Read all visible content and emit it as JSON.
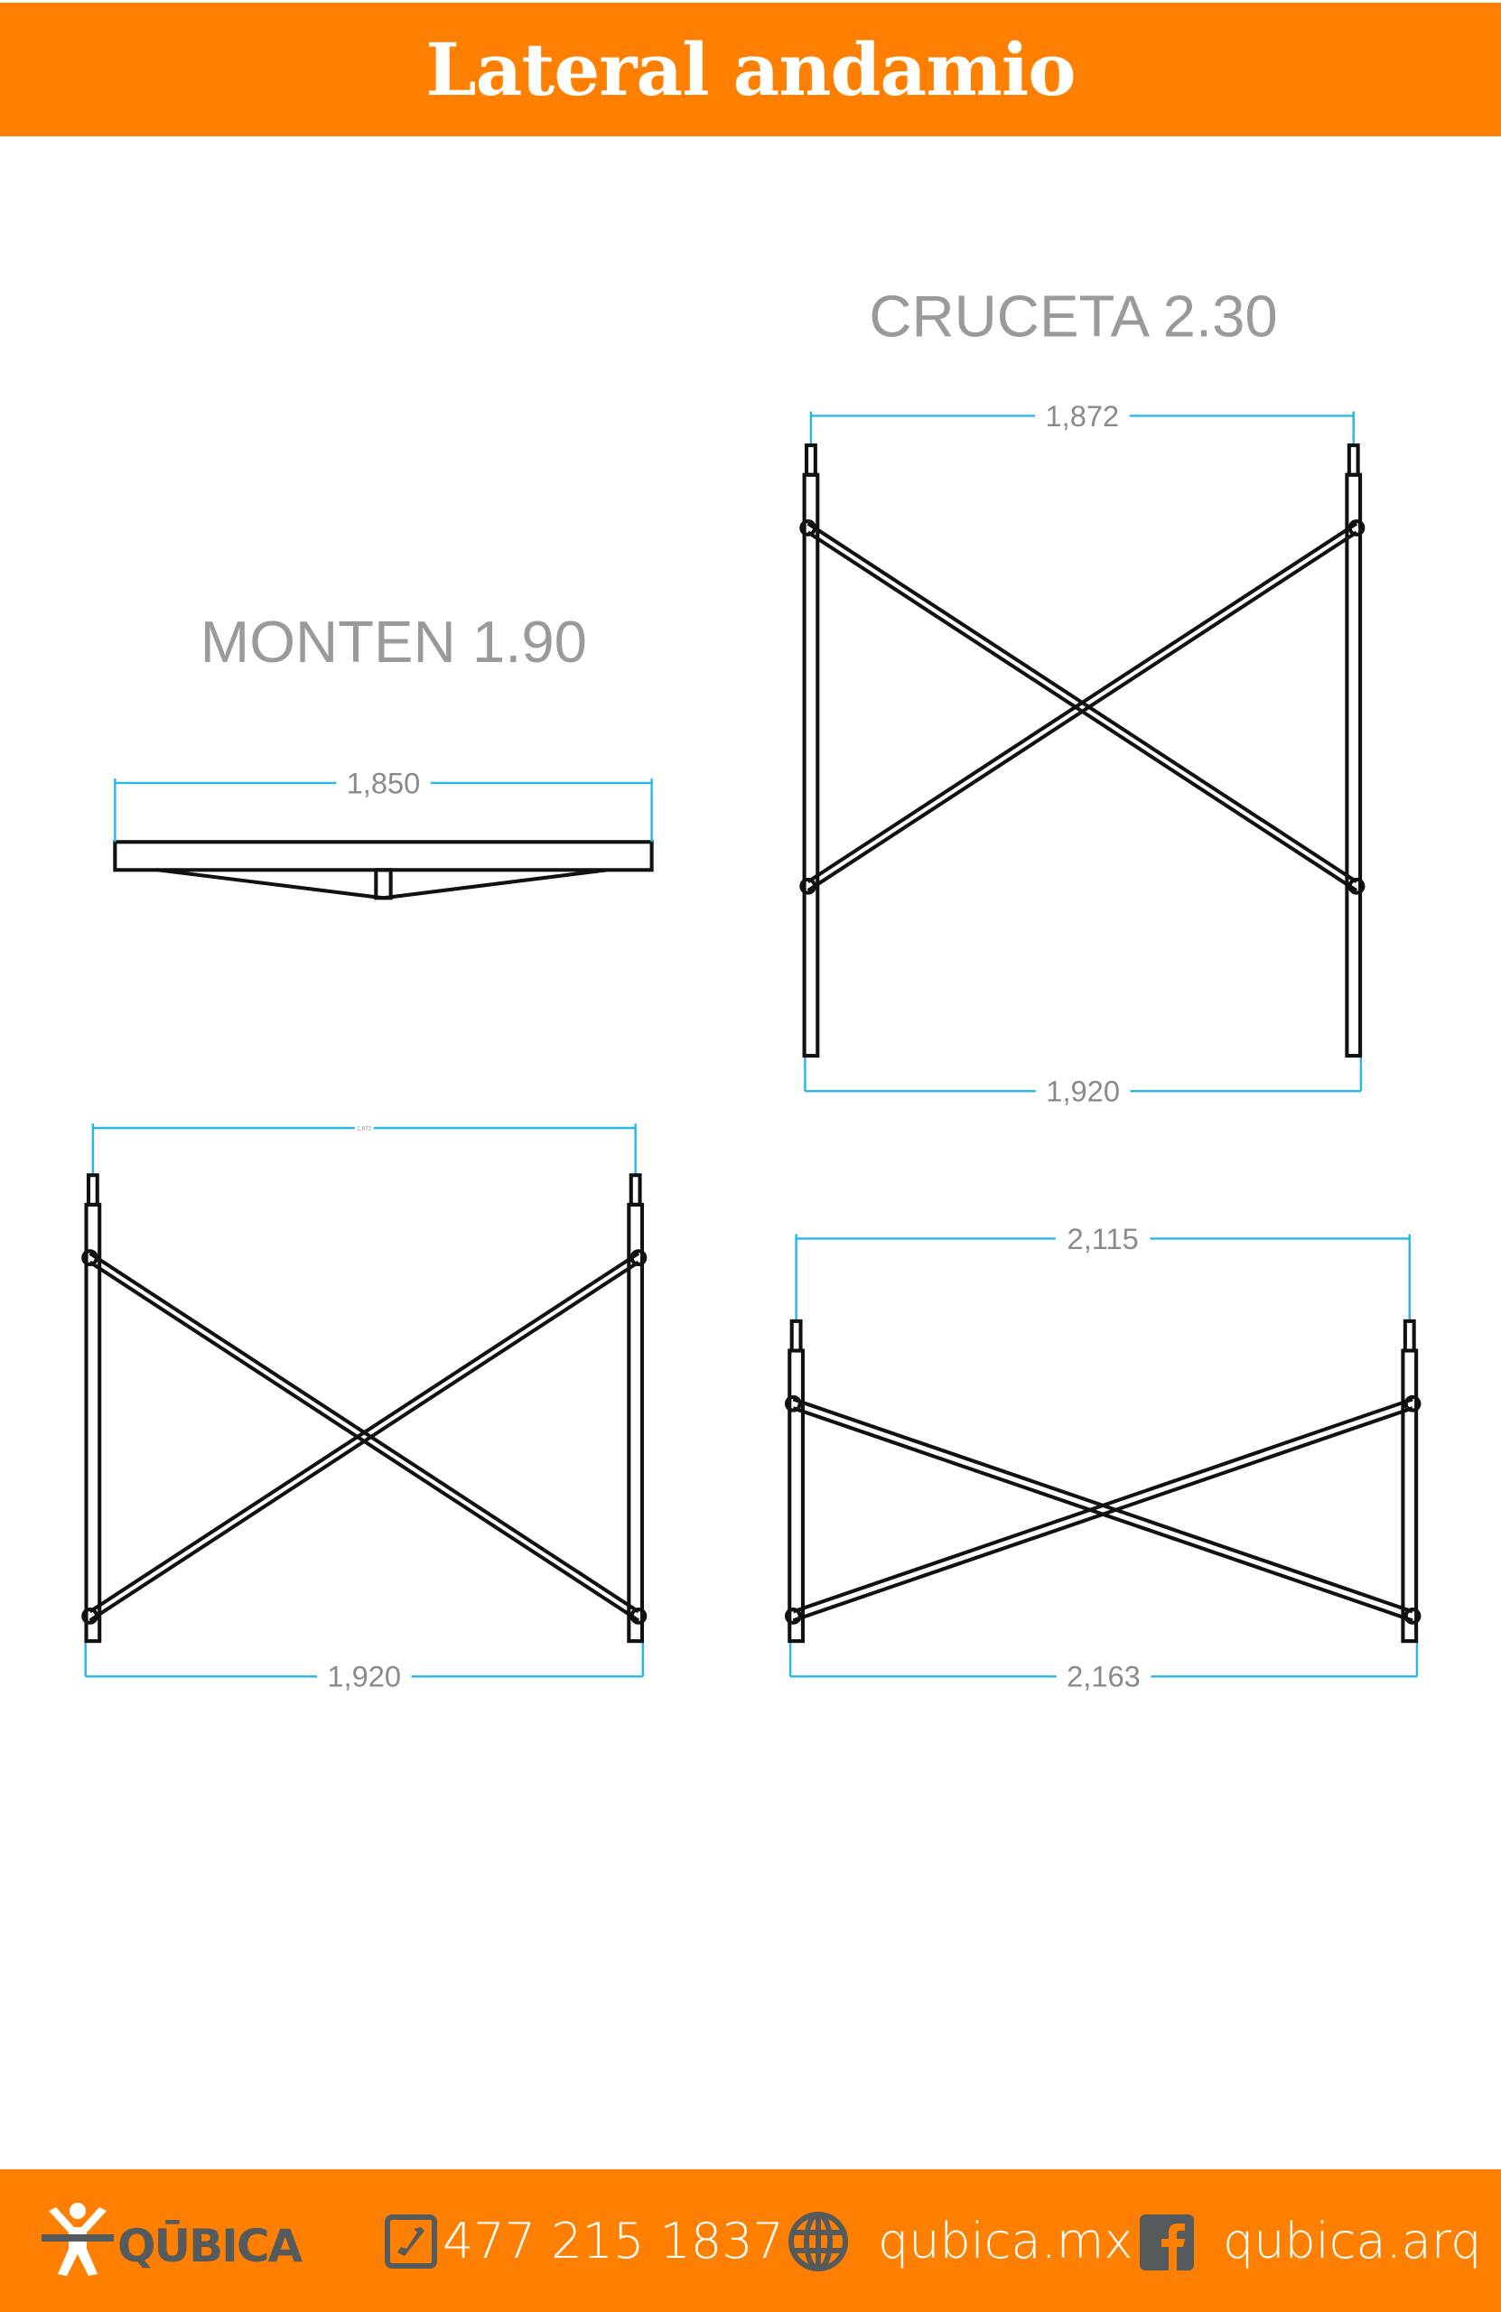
{
  "header": {
    "title": "Lateral andamio"
  },
  "sections": {
    "monten_title": "MONTEN 1.90",
    "cruceta_title": "CRUCETA 2.30"
  },
  "dimensions": {
    "monten_width": "1,850",
    "cruceta_a_top": "1,872",
    "cruceta_a_bottom": "1,920",
    "cruceta_b_top": "1,872",
    "cruceta_b_bottom": "1,920",
    "cruceta_c_top": "2,115",
    "cruceta_c_bottom": "2,163"
  },
  "footer": {
    "brand": "QŪBICA",
    "phone": "477 215 1837",
    "website": "qubica.mx",
    "facebook": "qubica.arq"
  },
  "colors": {
    "accent": "#ff8000",
    "dimension": "#29b6e8",
    "title_grey": "#9a9a9a",
    "icon_grey": "#555a5c"
  }
}
